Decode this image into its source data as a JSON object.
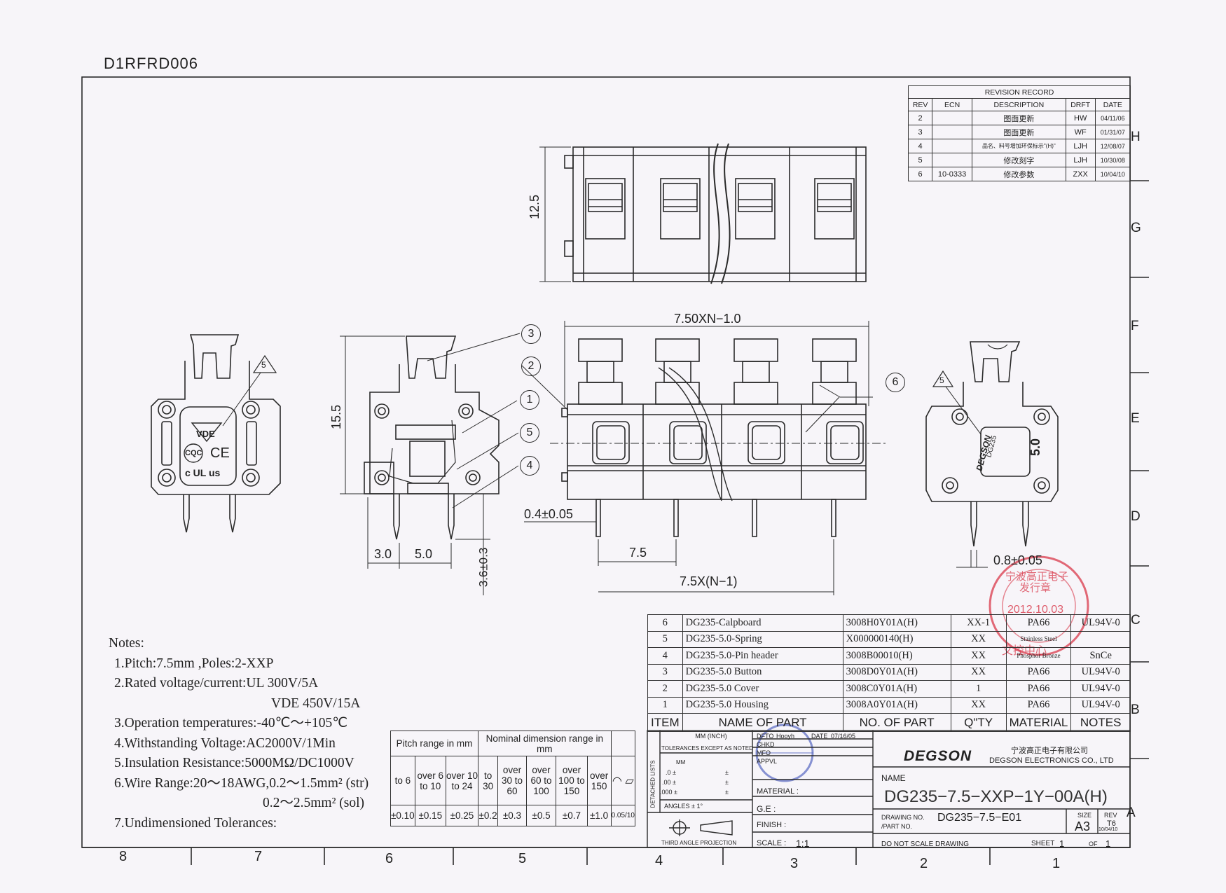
{
  "document": {
    "id": "D1RFRD006",
    "zone_letters": [
      "H",
      "G",
      "F",
      "E",
      "D",
      "C",
      "B",
      "A"
    ],
    "zone_numbers": [
      "8",
      "7",
      "6",
      "5",
      "4",
      "3",
      "2",
      "1"
    ]
  },
  "revision_record": {
    "title": "REVISION RECORD",
    "headers": [
      "REV",
      "ECN",
      "DESCRIPTION",
      "DRFT",
      "DATE"
    ],
    "rows": [
      {
        "rev": "2",
        "ecn": "",
        "desc": "图面更新",
        "drft": "HW",
        "date": "04/11/06"
      },
      {
        "rev": "3",
        "ecn": "",
        "desc": "图面更新",
        "drft": "WF",
        "date": "01/31/07"
      },
      {
        "rev": "4",
        "ecn": "",
        "desc": "品名、料号增加环保标示\"(H)\"",
        "drft": "LJH",
        "date": "12/08/07"
      },
      {
        "rev": "5",
        "ecn": "",
        "desc": "修改刻字",
        "drft": "LJH",
        "date": "10/30/08"
      },
      {
        "rev": "6",
        "ecn": "10-0333",
        "desc": "修改参数",
        "drft": "ZXX",
        "date": "10/04/10"
      }
    ]
  },
  "dimensions": {
    "height_top": "12.5",
    "width_span": "7.50XN−1.0",
    "height_side": "15.5",
    "d1": "3.0",
    "d2": "5.0",
    "pin_len": "3.6±0.3",
    "pin_w": "0.4±0.05",
    "pitch": "7.5",
    "pitch_total": "7.5X(N−1)",
    "pin_w2": "0.8±0.05",
    "side_label": "5.0"
  },
  "balloons": [
    "3",
    "2",
    "1",
    "5",
    "4",
    "6"
  ],
  "rev_markers": [
    "5",
    "5"
  ],
  "markings": {
    "vde": "VDE",
    "cqc": "CQC",
    "ce": "CE",
    "ul": "c UL us",
    "brand": "DEGSON",
    "model": "DG235"
  },
  "notes": {
    "title": "Notes:",
    "lines": [
      "1.Pitch:7.5mm ,Poles:2-XXP",
      "2.Rated voltage/current:UL   300V/5A",
      "VDE 450V/15A",
      "3.Operation temperatures:-40℃～+105℃",
      "4.Withstanding Voltage:AC2000V/1Min",
      "5.Insulation Resistance:5000MΩ/DC1000V",
      "6.Wire Range:20～18AWG,0.2～1.5mm² (str)",
      "0.2～2.5mm² (sol)",
      "7.Undimensioned Tolerances:"
    ]
  },
  "tolerance_table": {
    "h1": "Pitch range in mm",
    "h2": "Nominal dimension range in mm",
    "ranges": [
      "to 6",
      "over 6 to 10",
      "over 10 to 24",
      "to 30",
      "over 30 to 60",
      "over 60 to 100",
      "over 100 to 150",
      "over 150"
    ],
    "values": [
      "±0.10",
      "±0.15",
      "±0.25",
      "±0.2",
      "±0.3",
      "±0.5",
      "±0.7",
      "±1.0",
      "0.05/10"
    ]
  },
  "bom": {
    "headers": [
      "ITEM",
      "NAME OF PART",
      "NO. OF PART",
      "Q\"TY",
      "MATERIAL",
      "NOTES"
    ],
    "rows": [
      {
        "item": "6",
        "name": "DG235-Calpboard",
        "no": "3008H0Y01A(H)",
        "qty": "XX-1",
        "mat": "PA66",
        "notes": "UL94V-0"
      },
      {
        "item": "5",
        "name": "DG235-5.0-Spring",
        "no": "X000000140(H)",
        "qty": "XX",
        "mat": "Stainless Steel",
        "notes": ""
      },
      {
        "item": "4",
        "name": "DG235-5.0-Pin header",
        "no": "3008B00010(H)",
        "qty": "XX",
        "mat": "Phosphor Bronze",
        "notes": "SnCe"
      },
      {
        "item": "3",
        "name": "DG235-5.0 Button",
        "no": "3008D0Y01A(H)",
        "qty": "XX",
        "mat": "PA66",
        "notes": "UL94V-0"
      },
      {
        "item": "2",
        "name": "DG235-5.0 Cover",
        "no": "3008C0Y01A(H)",
        "qty": "1",
        "mat": "PA66",
        "notes": "UL94V-0"
      },
      {
        "item": "1",
        "name": "DG235-5.0 Housing",
        "no": "3008A0Y01A(H)",
        "qty": "XX",
        "mat": "PA66",
        "notes": "UL94V-0"
      }
    ]
  },
  "title_block": {
    "mm_inch": "MM (INCH)",
    "tol_except": "TOLERANCES EXCEPT AS NOTED",
    "mm": "MM",
    "dec": [
      ".0 ±",
      ".00 ±",
      ".000 ±"
    ],
    "pm": [
      "±",
      "±",
      "±"
    ],
    "angles": "ANGLES ± 1°",
    "detached": "DETACHED LISTS",
    "projection": "THIRD ANGLE PROJECTION",
    "dfto": "DFTO",
    "dfto_name": "Hooyh",
    "date_label": "DATE",
    "dfto_date": "07/16/05",
    "chkd": "CHKD",
    "mfo": "MFO",
    "apprl": "APPVL",
    "material": "MATERIAL :",
    "ge": "G.E :",
    "finish": "FINISH :",
    "scale": "SCALE :",
    "scale_val": "1:1",
    "company": "DEGSON",
    "company_cn": "宁波高正电子有限公司",
    "company_en": "DEGSON ELECTRONICS CO., LTD",
    "name_label": "NAME",
    "name": "DG235−7.5−XXP−1Y−00A(H)",
    "drawing_no_label": "DRAWING NO.",
    "part_no_label": "/PART NO.",
    "drawing_no": "DG235−7.5−E01",
    "size_label": "SIZE",
    "size": "A3",
    "rev_label": "REV",
    "rev": "T6",
    "rev_date": "10/04/10",
    "dns": "DO NOT SCALE DRAWING",
    "sheet_label": "SHEET",
    "sheet": "1",
    "of_label": "OF",
    "of": "1"
  },
  "stamp": {
    "line1": "宁波高正电子",
    "line2": "发行章",
    "date": "2012.10.03",
    "line3": "文控中心"
  },
  "colors": {
    "stamp_red": "#d9384a",
    "stamp_blue": "#3a4fb8",
    "ink": "#2a2a2a",
    "paper": "#f7f5f9"
  }
}
